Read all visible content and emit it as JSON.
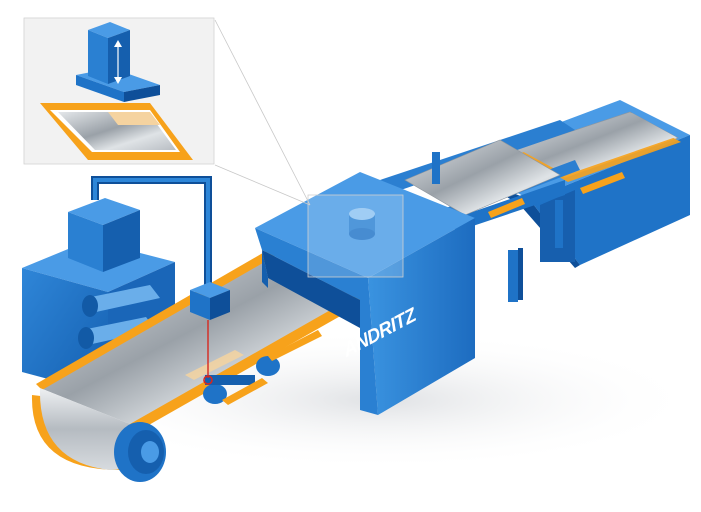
{
  "diagram": {
    "brand_logo_text": "ANDRITZ",
    "colors": {
      "machine_blue": "#1f73c7",
      "machine_blue_light": "#4a9be6",
      "machine_blue_dark": "#0e4f99",
      "conveyor_orange": "#f7a21b",
      "sheet_silver": "#c9ced4",
      "laser_red": "#d6281f",
      "inset_background": "#f2f2f2"
    },
    "components": [
      "unwinder-machine",
      "feed-conveyor-belt",
      "sensor-head",
      "press-unit",
      "output-stacker",
      "detail-inset-punch"
    ]
  }
}
